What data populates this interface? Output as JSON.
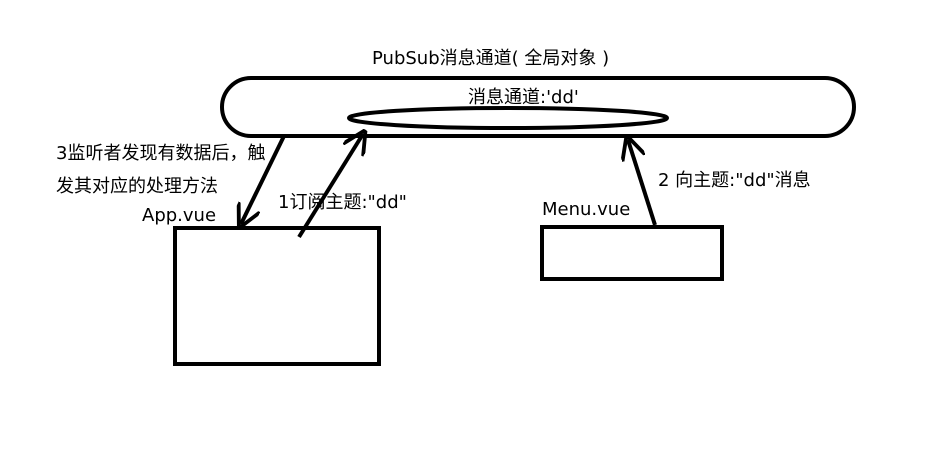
{
  "diagram": {
    "channel": {
      "title": "PubSub消息通道( 全局对象 )",
      "topic_label": "消息通道:'dd'"
    },
    "components": {
      "app_label": "App.vue",
      "menu_label": "Menu.vue"
    },
    "steps": {
      "subscribe_label": "1订阅主题:\"dd\"",
      "publish_label": "2 向主题:\"dd\"消息",
      "notify_line1": "3监听者发现有数据后，触",
      "notify_line2": "发其对应的处理方法"
    },
    "colors": {
      "stroke": "#000000",
      "background": "#ffffff"
    }
  }
}
